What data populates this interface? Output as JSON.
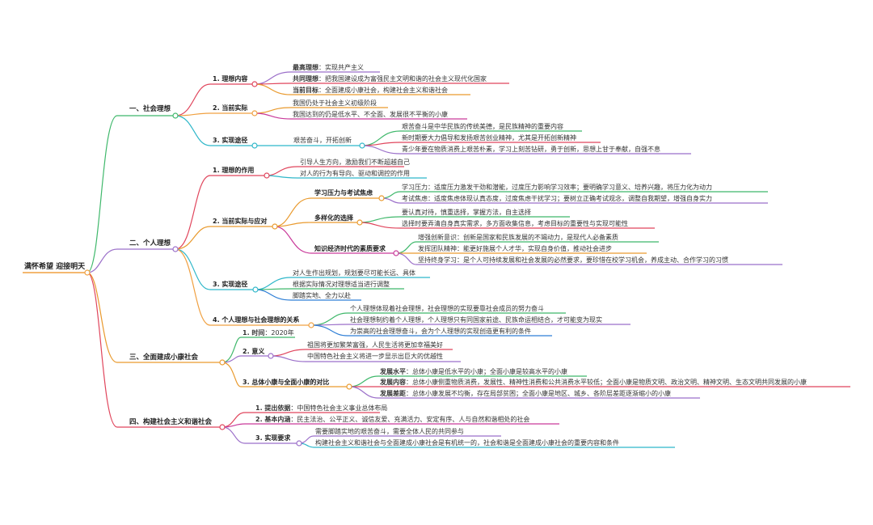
{
  "root": "满怀希望 迎接明天",
  "colors": {
    "b1": "#3fb86b",
    "b2": "#9b6fc9",
    "b3": "#e99a2e",
    "b4": "#e0455c",
    "root": "#f0a040"
  },
  "s1": {
    "title": "一、社会理想",
    "c1": {
      "title": "1. 理想内容",
      "i1": {
        "label": "最高理想",
        "text": "：实现共产主义"
      },
      "i2": {
        "label": "共同理想",
        "text": "：把我国建设成为富强民主文明和谐的社会主义现代化国家"
      },
      "i3": {
        "label": "当前目标",
        "text": "：全面建成小康社会，构建社会主义和谐社会"
      }
    },
    "c2": {
      "title": "2. 当前实际",
      "i1": "我国仍处于社会主义初级阶段",
      "i2": "我国达到的仍是低水平、不全面、发展很不平衡的小康"
    },
    "c3": {
      "title": "3. 实现途径",
      "sub": "艰苦奋斗，开拓创新",
      "i1": "艰苦奋斗是中华民族的传统美德，是民族精神的重要内容",
      "i2": "新时期要大力倡导和发扬艰苦创业精神，尤其是开拓创新精神",
      "i3": "青少年要在物质消费上艰苦朴素，学习上刻苦钻研，勇于创新，思想上甘于奉献，自强不息"
    }
  },
  "s2": {
    "title": "二、个人理想",
    "c1": {
      "title": "1. 理想的作用",
      "i1": "引导人生方向，激励我们不断超越自己",
      "i2": "对人的行为有导向、驱动和调控的作用"
    },
    "c2": {
      "title": "2. 当前实际与应对",
      "g1": {
        "title": "学习压力与考试焦虑",
        "i1": "学习压力：适度压力激发干劲和潜能，过度压力影响学习效率；要明确学习意义、培养兴趣，将压力化为动力",
        "i2": "考试焦虑：适度焦虑体现认真态度，过度焦虑干扰学习；要树立正确考试观念，调整自我期望，增强自身实力"
      },
      "g2": {
        "title": "多样化的选择",
        "i1": "要认真对待，慎重选择，掌握方法，自主选择",
        "i2": "选择时要弄清自身真实需求，多方面收集信息，考虑目标的重要性与实现可能性"
      },
      "g3": {
        "title": "知识经济时代的素质要求",
        "i1": "增强创新意识：创新是国家和民族发展的不竭动力，是现代人必备素质",
        "i2": "发挥团队精神：能更好施展个人才华，实现自身价值，推动社会进步",
        "i3": "坚持终身学习：是个人可持续发展和社会发展的必然要求，要珍惜在校学习机会，养成主动、合作学习的习惯"
      }
    },
    "c3": {
      "title": "3. 实现途径",
      "i1": "对人生作出规划，规划要尽可能长远、具体",
      "i2": "根据实际情况对理想适当进行调整",
      "i3": "脚踏实地、全力以赴"
    },
    "c4": {
      "title": "4. 个人理想与社会理想的关系",
      "i1": "个人理想体现着社会理想，社会理想的实现要靠社会成员的努力奋斗",
      "i2": "社会理想制约着个人理想，个人理想只有同国家前途、民族命运相结合，才可能变为现实",
      "i3": "为崇高的社会理想奋斗，会为个人理想的实现创造更有利的条件"
    }
  },
  "s3": {
    "title": "三、全面建成小康社会",
    "c1": {
      "title": "1. 时间",
      "text": "：2020年"
    },
    "c2": {
      "title": "2. 意义",
      "i1": "祖国将更加繁荣富强，人民生活将更加幸福美好",
      "i2": "中国特色社会主义将进一步显示出巨大的优越性"
    },
    "c3": {
      "title": "3. 总体小康与全面小康的对比",
      "i1": {
        "label": "发展水平",
        "text": "：总体小康是低水平的小康；全面小康是较高水平的小康"
      },
      "i2": {
        "label": "发展内容",
        "text": "：总体小康侧重物质消费，发展性、精神性消费和公共消费水平较低；全面小康是物质文明、政治文明、精神文明、生态文明共同发展的小康"
      },
      "i3": {
        "label": "发展差距",
        "text": "：总体小康发展不均衡，存在局部贫困；全面小康是地区、城乡、各阶层差距逐渐缩小的小康"
      }
    }
  },
  "s4": {
    "title": "四、构建社会主义和谐社会",
    "c1": {
      "title": "1. 提出依据",
      "text": "：中国特色社会主义事业总体布局"
    },
    "c2": {
      "title": "2. 基本内涵",
      "text": "：民主法治、公平正义、诚信友爱、充满活力、安定有序、人与自然和谐相处的社会"
    },
    "c3": {
      "title": "3. 实现要求",
      "i1": "需要脚踏实地的艰苦奋斗，需要全体人民的共同参与",
      "i2": "构建社会主义和谐社会与全面建成小康社会是有机统一的，社会和谐是全面建成小康社会的重要内容和条件"
    }
  }
}
